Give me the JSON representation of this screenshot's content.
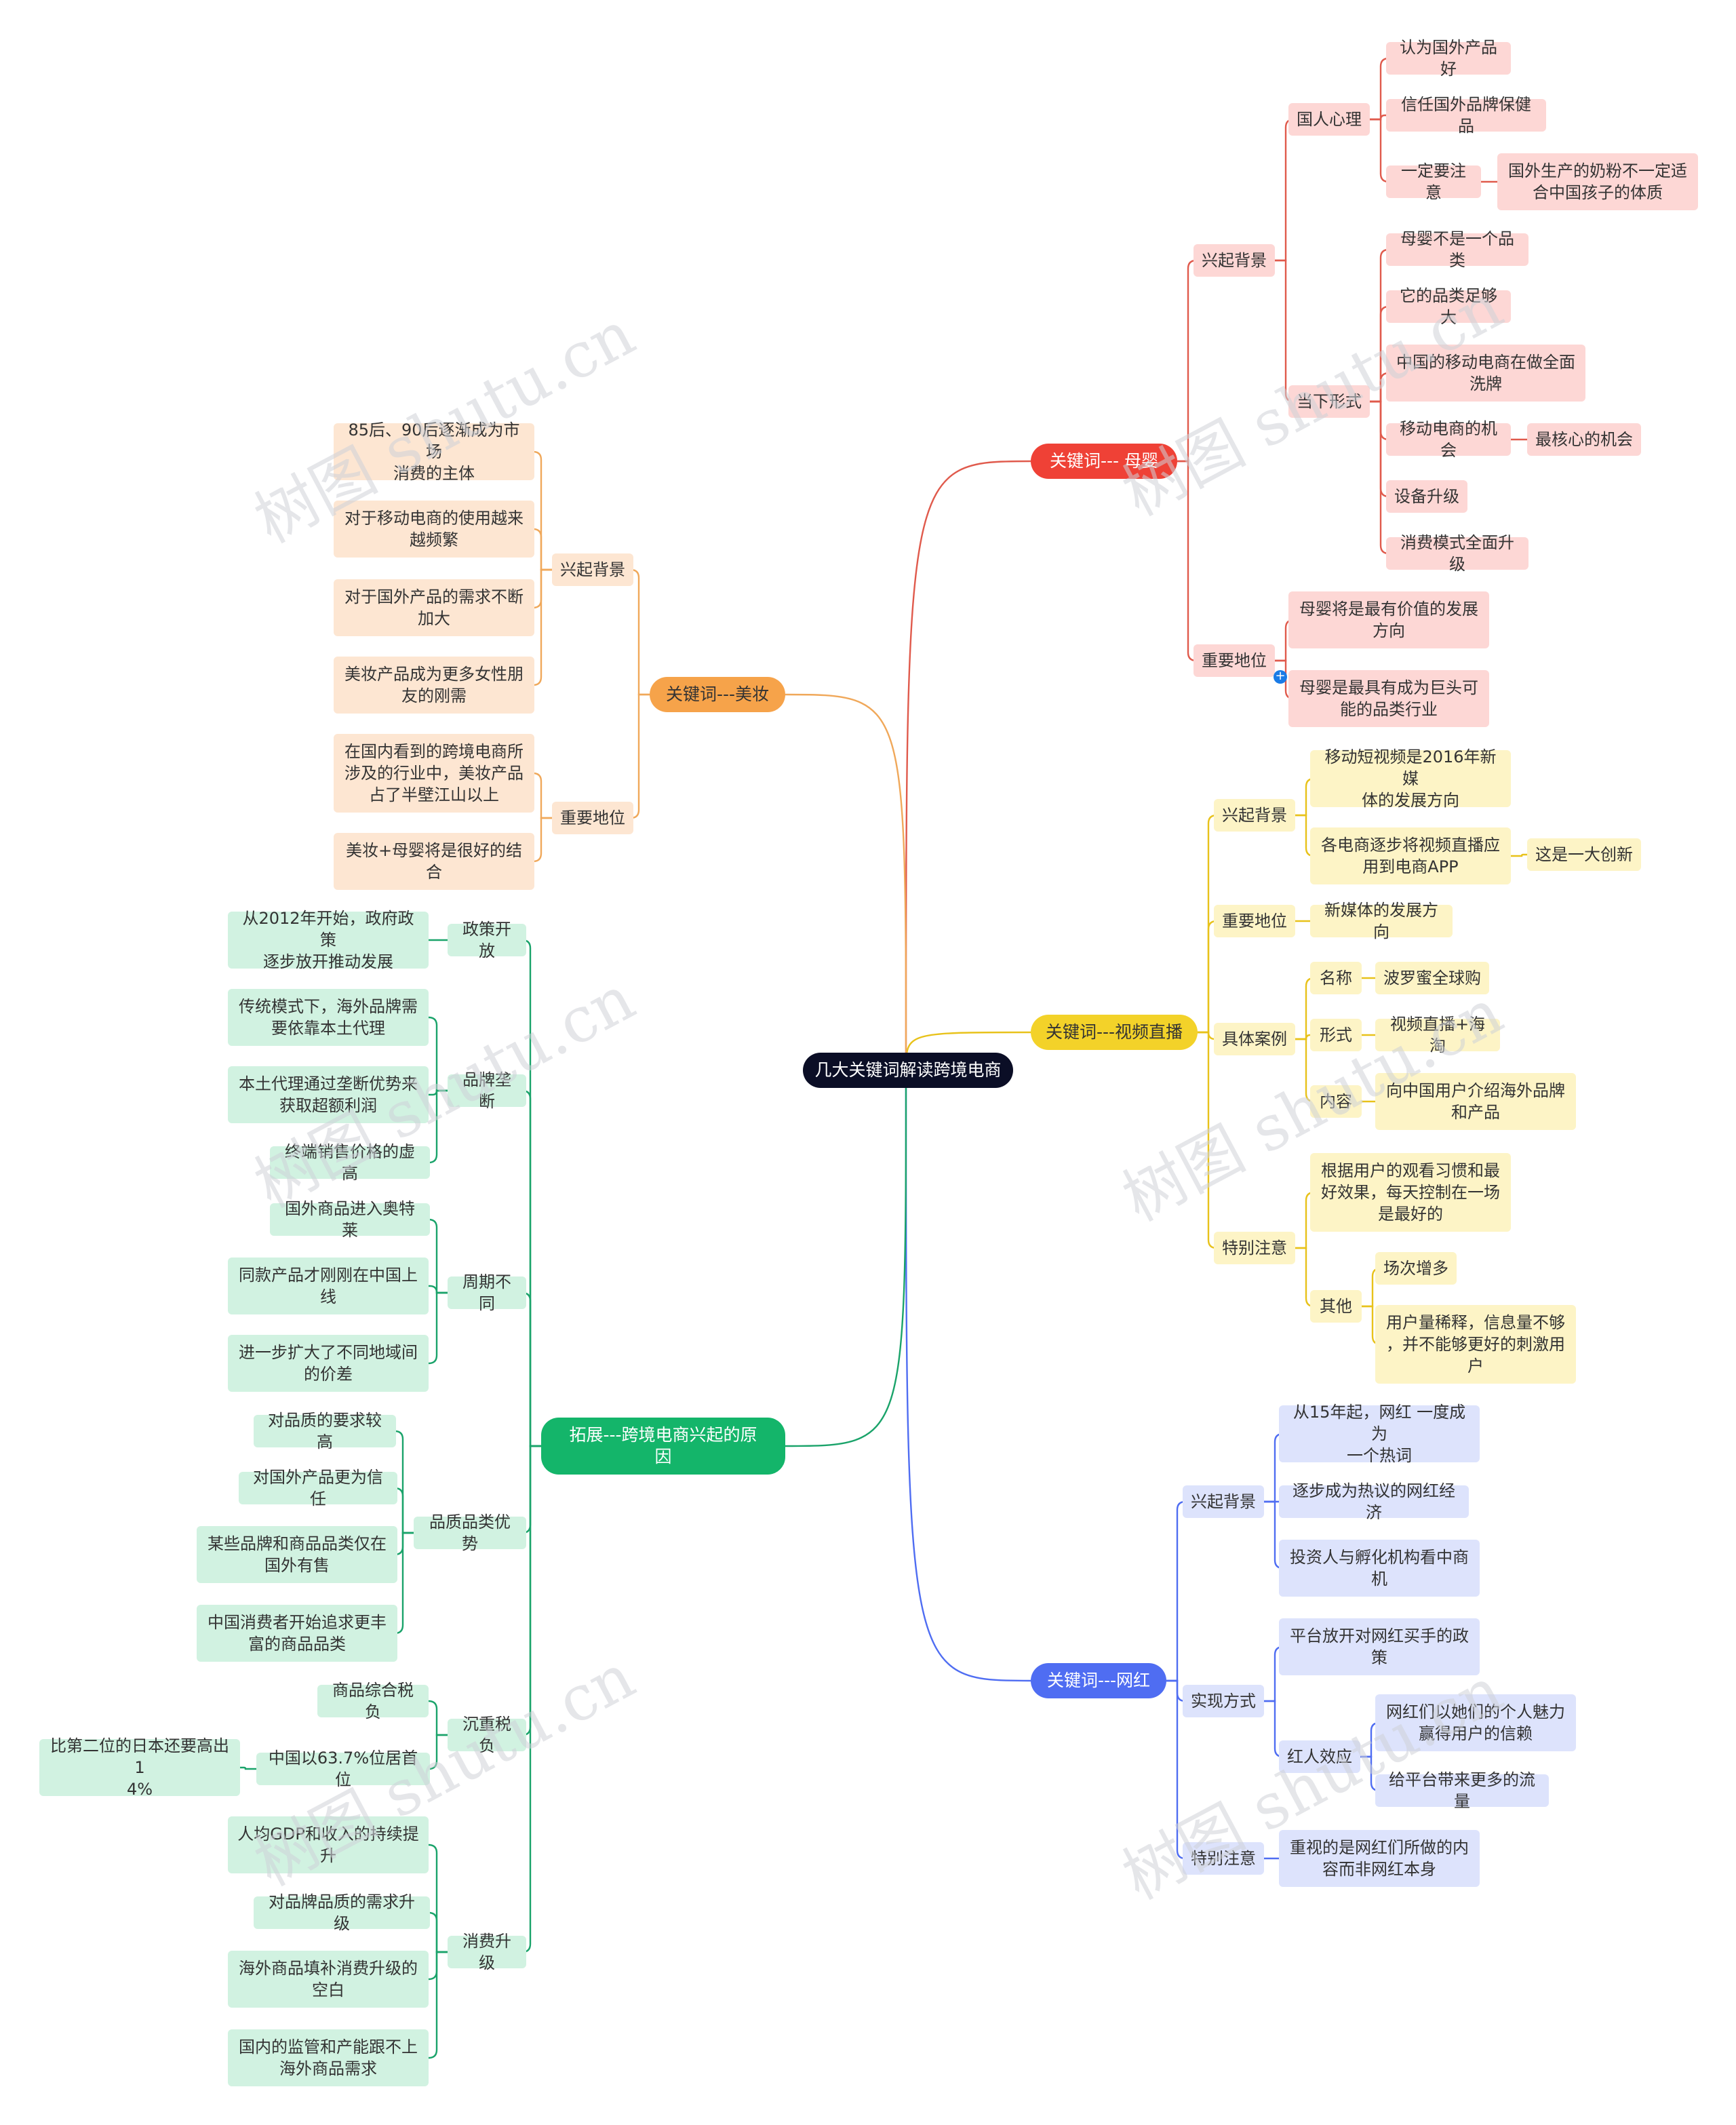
{
  "root": "几大关键词解读跨境电商",
  "watermark": "树图 shutu.cn",
  "colors": {
    "red": "#ef4136",
    "orange": "#f6a34a",
    "yellow": "#f3d229",
    "blue": "#4f6df2",
    "green": "#14b56a"
  },
  "nodes": {
    "muying": "关键词--- 母婴",
    "my_xqbj": "兴起背景",
    "my_grxl": "国人心理",
    "my_g1": "认为国外产品好",
    "my_g2": "信任国外品牌保健品",
    "my_g3": "一定要注意",
    "my_g3a": "国外生产的奶粉不一定适\n合中国孩子的体质",
    "my_dxxs": "当下形式",
    "my_d1": "母婴不是一个品类",
    "my_d2": "它的品类足够大",
    "my_d3": "中国的移动电商在做全面\n洗牌",
    "my_d4": "移动电商的机会",
    "my_d4a": "最核心的机会",
    "my_d5": "设备升级",
    "my_d6": "消费模式全面升级",
    "my_zydw": "重要地位",
    "my_z1": "母婴将是最有价值的发展\n方向",
    "my_z2": "母婴是最具有成为巨头可\n能的品类行业",
    "video": "关键词---视频直播",
    "v_xqbj": "兴起背景",
    "v_x1": "移动短视频是2016年新媒\n体的发展方向",
    "v_x2": "各电商逐步将视频直播应\n用到电商APP",
    "v_x2a": "这是一大创新",
    "v_zydw": "重要地位",
    "v_z1": "新媒体的发展方向",
    "v_jtal": "具体案例",
    "v_mc": "名称",
    "v_mc1": "波罗蜜全球购",
    "v_xs": "形式",
    "v_xs1": "视频直播+海淘",
    "v_nr": "内容",
    "v_nr1": "向中国用户介绍海外品牌\n和产品",
    "v_tbzy": "特别注意",
    "v_t1": "根据用户的观看习惯和最\n好效果，每天控制在一场\n是最好的",
    "v_qt": "其他",
    "v_q1": "场次增多",
    "v_q2": "用户量稀释，信息量不够\n，并不能够更好的刺激用\n户",
    "wanghong": "关键词---网红",
    "w_xqbj": "兴起背景",
    "w_x1": "从15年起，网红 一度成为\n一个热词",
    "w_x2": "逐步成为热议的网红经济",
    "w_x3": "投资人与孵化机构看中商\n机",
    "w_sxfs": "实现方式",
    "w_s1": "平台放开对网红买手的政\n策",
    "w_hrxy": "红人效应",
    "w_h1": "网红们以她们的个人魅力\n赢得用户的信赖",
    "w_h2": "给平台带来更多的流量",
    "w_tbzy": "特别注意",
    "w_t1": "重视的是网红们所做的内\n容而非网红本身",
    "meizhuang": "关键词---美妆",
    "mz_xqbj": "兴起背景",
    "mz_x1": "85后、90后逐渐成为市场\n消费的主体",
    "mz_x2": "对于移动电商的使用越来\n越频繁",
    "mz_x3": "对于国外产品的需求不断\n加大",
    "mz_x4": "美妆产品成为更多女性朋\n友的刚需",
    "mz_zydw": "重要地位",
    "mz_z1": "在国内看到的跨境电商所\n涉及的行业中，美妆产品\n占了半壁江山以上",
    "mz_z2": "美妆+母婴将是很好的结\n合",
    "tuozhan": "拓展---跨境电商兴起的原\n因",
    "t_zckf": "政策开放",
    "t_zc1": "从2012年开始，政府政策\n逐步放开推动发展",
    "t_ppld": "品牌垄断",
    "t_pp1": "传统模式下，海外品牌需\n要依靠本土代理",
    "t_pp2": "本土代理通过垄断优势来\n获取超额利润",
    "t_pp3": "终端销售价格的虚高",
    "t_zqbt": "周期不同",
    "t_zq1": "国外商品进入奥特莱",
    "t_zq2": "同款产品才刚刚在中国上\n线",
    "t_zq3": "进一步扩大了不同地域间\n的价差",
    "t_pzpl": "品质品类优势",
    "t_pz1": "对品质的要求较高",
    "t_pz2": "对国外产品更为信任",
    "t_pz3": "某些品牌和商品品类仅在\n国外有售",
    "t_pz4": "中国消费者开始追求更丰\n富的商品品类",
    "t_czsf": "沉重税负",
    "t_cz1": "商品综合税负",
    "t_cz2": "中国以63.7%位居首位",
    "t_cz2a": "比第二位的日本还要高出1\n4%",
    "t_xfsj": "消费升级",
    "t_xf1": "人均GDP和收入的持续提\n升",
    "t_xf2": "对品牌品质的需求升级",
    "t_xf3": "海外商品填补消费升级的\n空白",
    "t_xf4": "国内的监管和产能跟不上\n海外商品需求"
  }
}
